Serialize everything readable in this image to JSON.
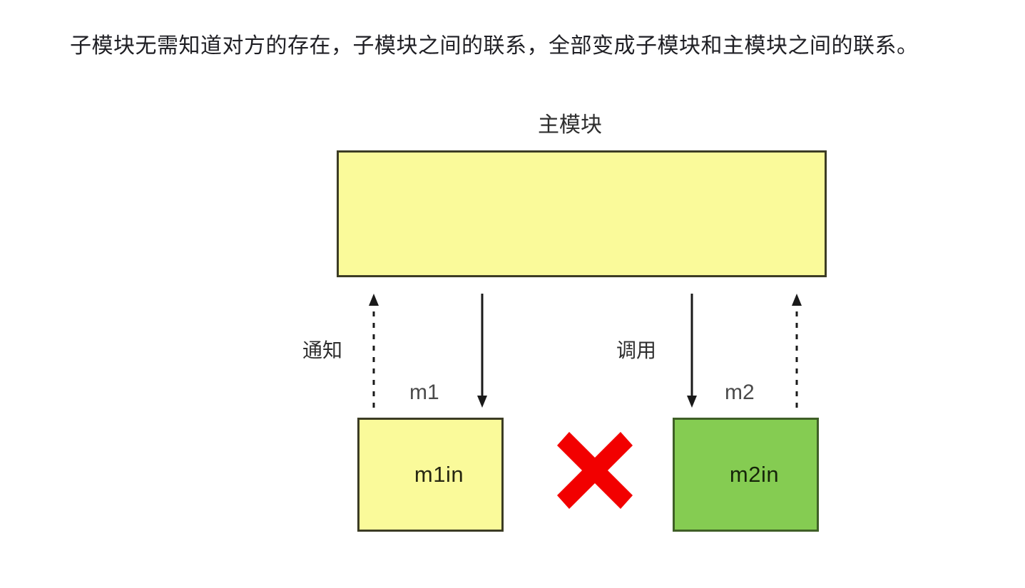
{
  "page": {
    "background_color": "#ffffff",
    "caption": "子模块无需知道对方的存在，子模块之间的联系，全部变成子模块和主模块之间的联系。"
  },
  "diagram": {
    "type": "block-diagram",
    "main_module": {
      "label": "主模块",
      "box_text": "",
      "fill_color": "#fafa9a",
      "border_color": "#3c3c24"
    },
    "sub_modules": [
      {
        "id": "m1",
        "label": "m1",
        "box_text": "m1in",
        "fill_color": "#fafa9a",
        "border_color": "#3c3c24"
      },
      {
        "id": "m2",
        "label": "m2",
        "box_text": "m2in",
        "fill_color": "#85cc52",
        "border_color": "#3f5f27"
      }
    ],
    "edges": [
      {
        "id": "m1-notify-up",
        "label": "通知",
        "style": "dashed",
        "direction": "up",
        "color": "#1a1a1a"
      },
      {
        "id": "m1-call-down",
        "label": "",
        "style": "solid",
        "direction": "down",
        "color": "#1a1a1a"
      },
      {
        "id": "m2-call-down",
        "label": "调用",
        "style": "solid",
        "direction": "down",
        "color": "#1a1a1a"
      },
      {
        "id": "m2-notify-up",
        "label": "",
        "style": "dashed",
        "direction": "up",
        "color": "#1a1a1a"
      }
    ],
    "forbidden_link": {
      "marker": "red-cross",
      "color": "#f20000",
      "meaning": "no direct link between sub modules"
    }
  }
}
